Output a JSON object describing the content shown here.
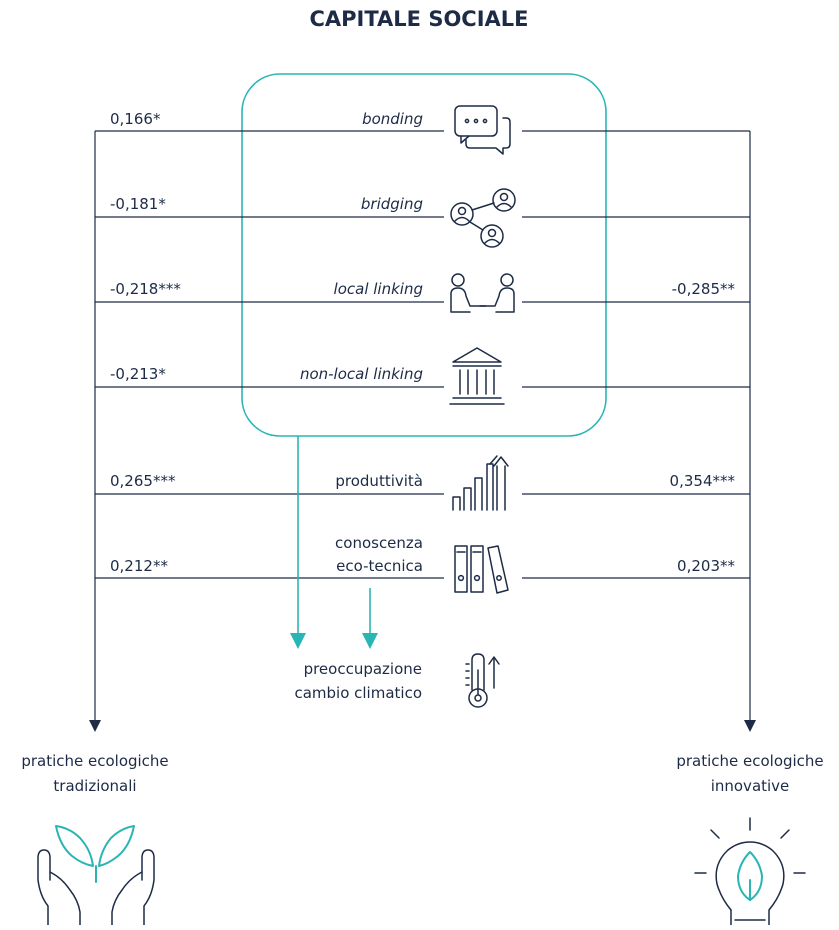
{
  "title": "CAPITALE SOCIALE",
  "rows": [
    {
      "label": "bonding",
      "left": "0,166*",
      "right": "",
      "icon": "chat-bubbles-icon"
    },
    {
      "label": "bridging",
      "left": "-0,181*",
      "right": "",
      "icon": "network-people-icon"
    },
    {
      "label": "local linking",
      "left": "-0,218***",
      "right": "-0,285**",
      "icon": "meeting-people-icon"
    },
    {
      "label": "non-local linking",
      "left": "-0,213*",
      "right": "",
      "icon": "institution-building-icon"
    },
    {
      "label": "produttività",
      "left": "0,265***",
      "right": "0,354***",
      "icon": "growth-bars-icon"
    },
    {
      "label_line1": "conoscenza",
      "label_line2": "eco-tecnica",
      "left": "0,212**",
      "right": "0,203**",
      "icon": "binders-icon"
    }
  ],
  "climate": {
    "line1": "preoccupazione",
    "line2": "cambio climatico",
    "icon": "thermometer-rising-icon"
  },
  "outcomes": {
    "left": {
      "line1": "pratiche ecologiche",
      "line2": "tradizionali",
      "icon": "hands-sprout-icon"
    },
    "right": {
      "line1": "pratiche ecologiche",
      "line2": "innovative",
      "icon": "lightbulb-leaf-icon"
    }
  },
  "colors": {
    "navy": "#1d2b46",
    "teal": "#2ab5b5"
  }
}
